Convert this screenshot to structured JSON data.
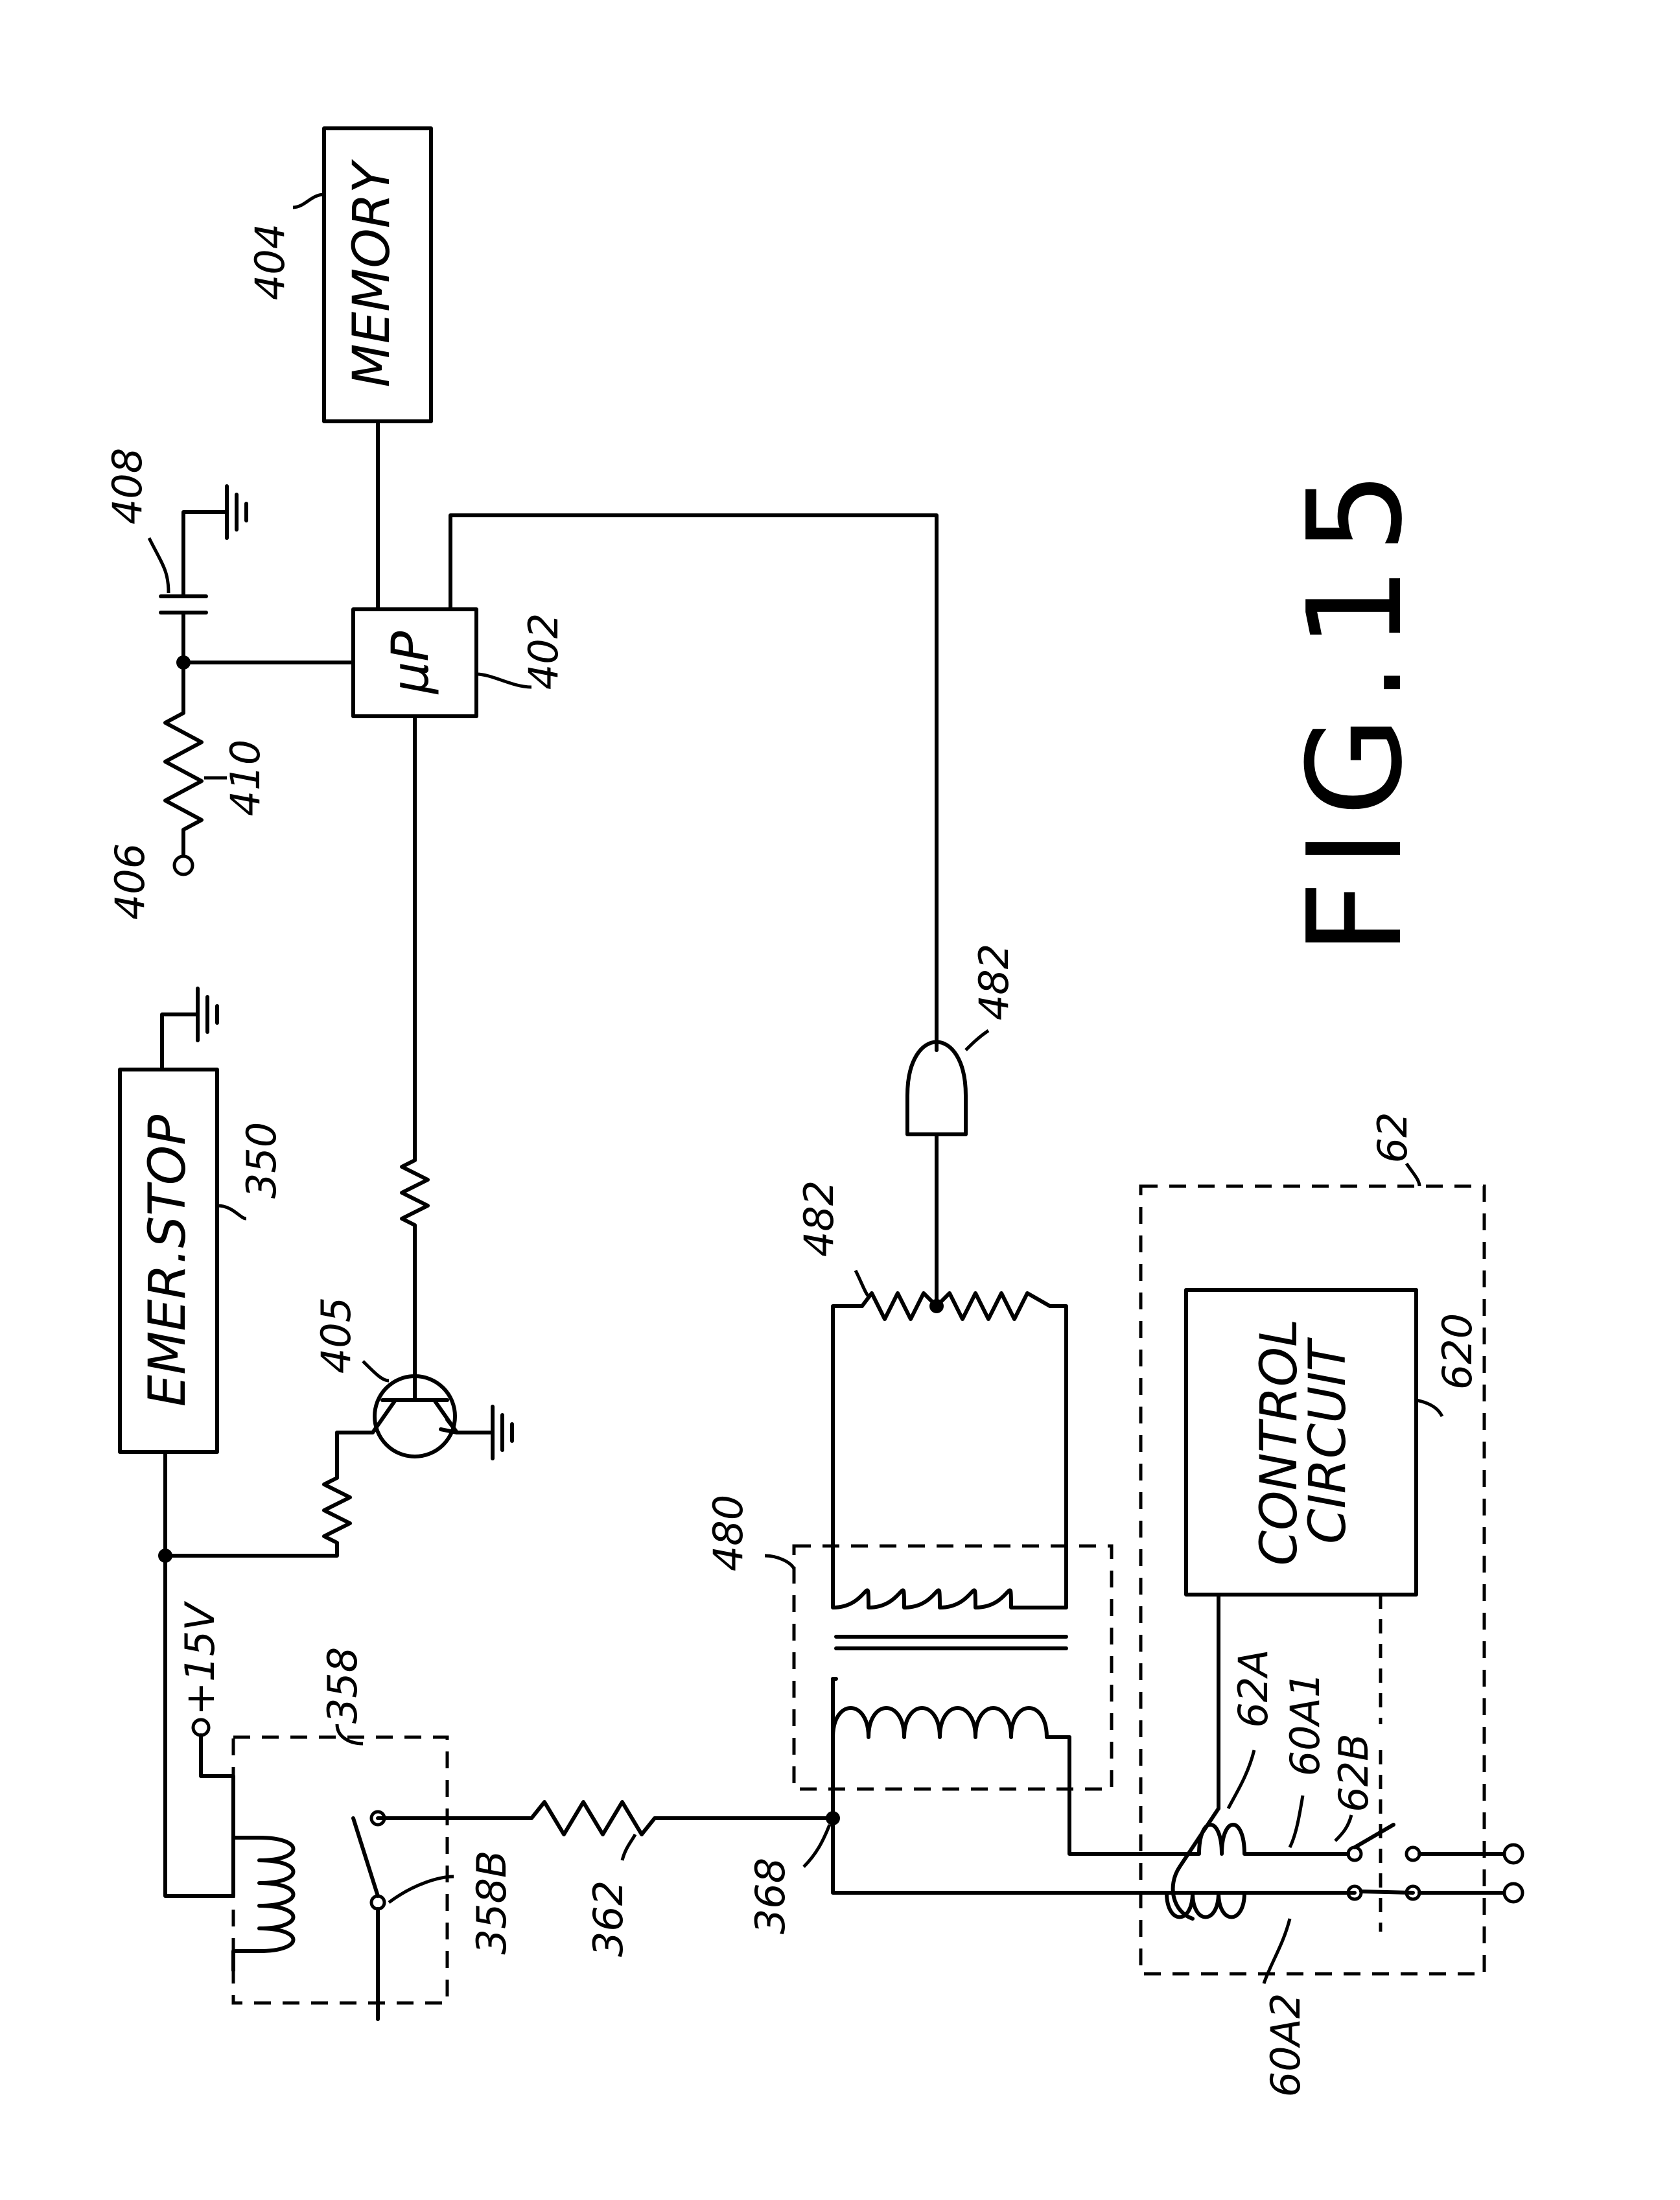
{
  "figure_label": "FIG.15",
  "blocks": {
    "memory": "MEMORY",
    "microprocessor": "μP",
    "emergency_stop": "EMER.STOP",
    "control_circuit_line1": "CONTROL",
    "control_circuit_line2": "CIRCUIT"
  },
  "supply_label": "+15V",
  "reference_numerals": {
    "memory": "404",
    "microprocessor": "402",
    "capacitor": "408",
    "resistor": "410",
    "terminal": "406",
    "transistor": "405",
    "emergency_stop": "350",
    "relay": "358",
    "relay_contact": "358B",
    "series_resistor": "362",
    "junction": "368",
    "transformer": "480",
    "potentiometer": "482",
    "gate": "482",
    "breaker_box": "62",
    "control_circuit": "620",
    "lead_a": "62A",
    "coil_1": "60A1",
    "lead_b": "62B",
    "coil_2": "60A2"
  }
}
